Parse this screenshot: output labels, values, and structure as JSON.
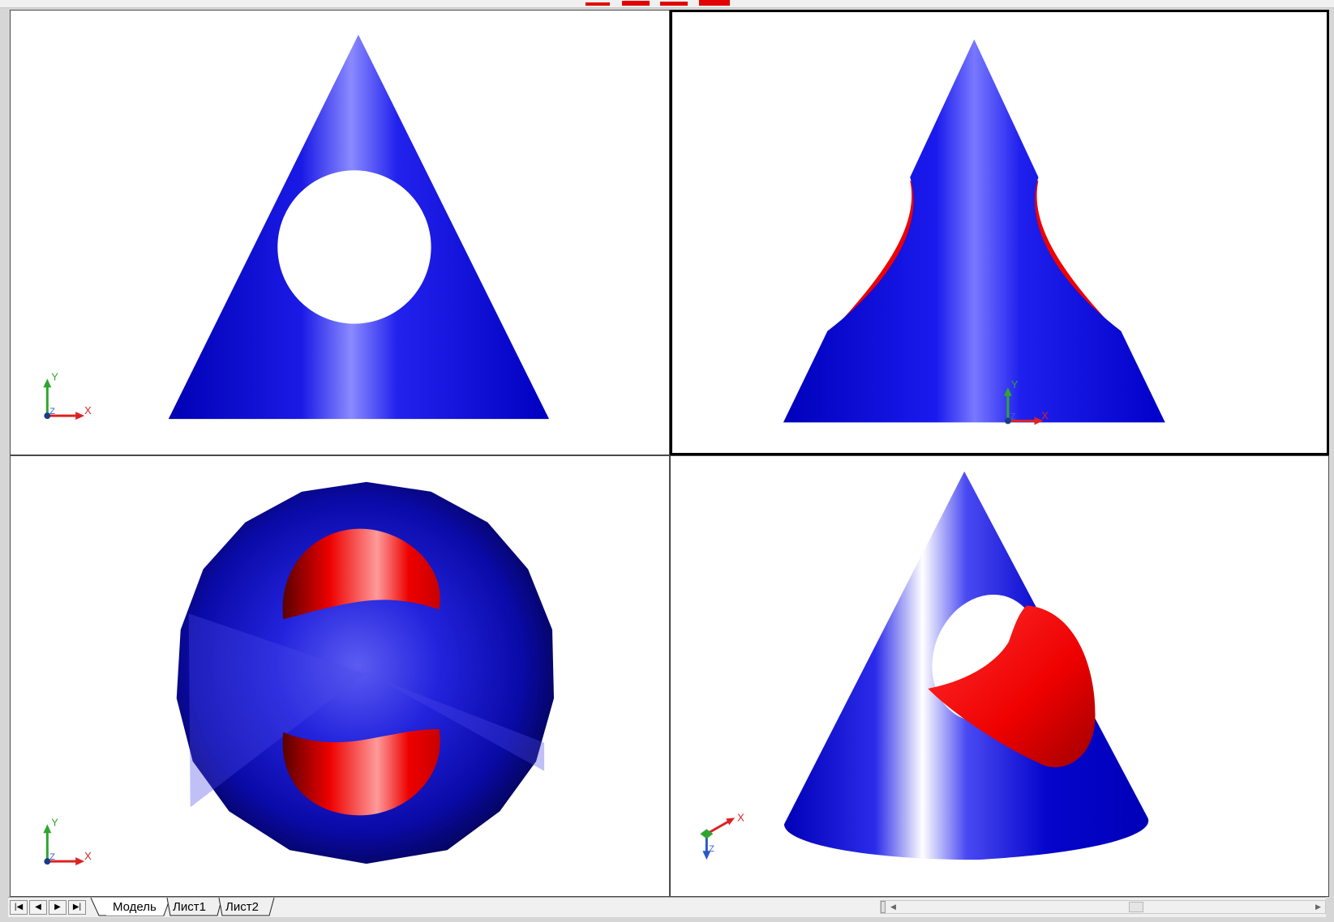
{
  "layout_tabs": {
    "nav": [
      {
        "name": "first-layout-icon",
        "glyph": "|◀"
      },
      {
        "name": "prev-layout-icon",
        "glyph": "◀"
      },
      {
        "name": "next-layout-icon",
        "glyph": "▶"
      },
      {
        "name": "last-layout-icon",
        "glyph": "▶|"
      }
    ],
    "tabs": [
      {
        "label": "Модель",
        "active": true
      },
      {
        "label": "Лист1",
        "active": false
      },
      {
        "label": "Лист2",
        "active": false
      }
    ]
  },
  "viewports": [
    {
      "name": "viewport-front",
      "view": "front",
      "active": false,
      "ucs_icon": "ucs-2d-icon"
    },
    {
      "name": "viewport-left",
      "view": "left",
      "active": true,
      "ucs_icon": "ucs-2d-icon"
    },
    {
      "name": "viewport-top",
      "view": "top",
      "active": false,
      "ucs_icon": "ucs-2d-icon"
    },
    {
      "name": "viewport-iso",
      "view": "iso",
      "active": false,
      "ucs_icon": "ucs-3d-icon"
    }
  ],
  "ucs": {
    "x_label": "X",
    "y_label": "Y",
    "z_label": "Z"
  },
  "colors": {
    "solid_blue": "#0000cc",
    "cut_red": "#ee0000",
    "background": "#ffffff"
  },
  "scrollbar": {
    "left_arrow": "◀",
    "right_arrow": "▶"
  }
}
